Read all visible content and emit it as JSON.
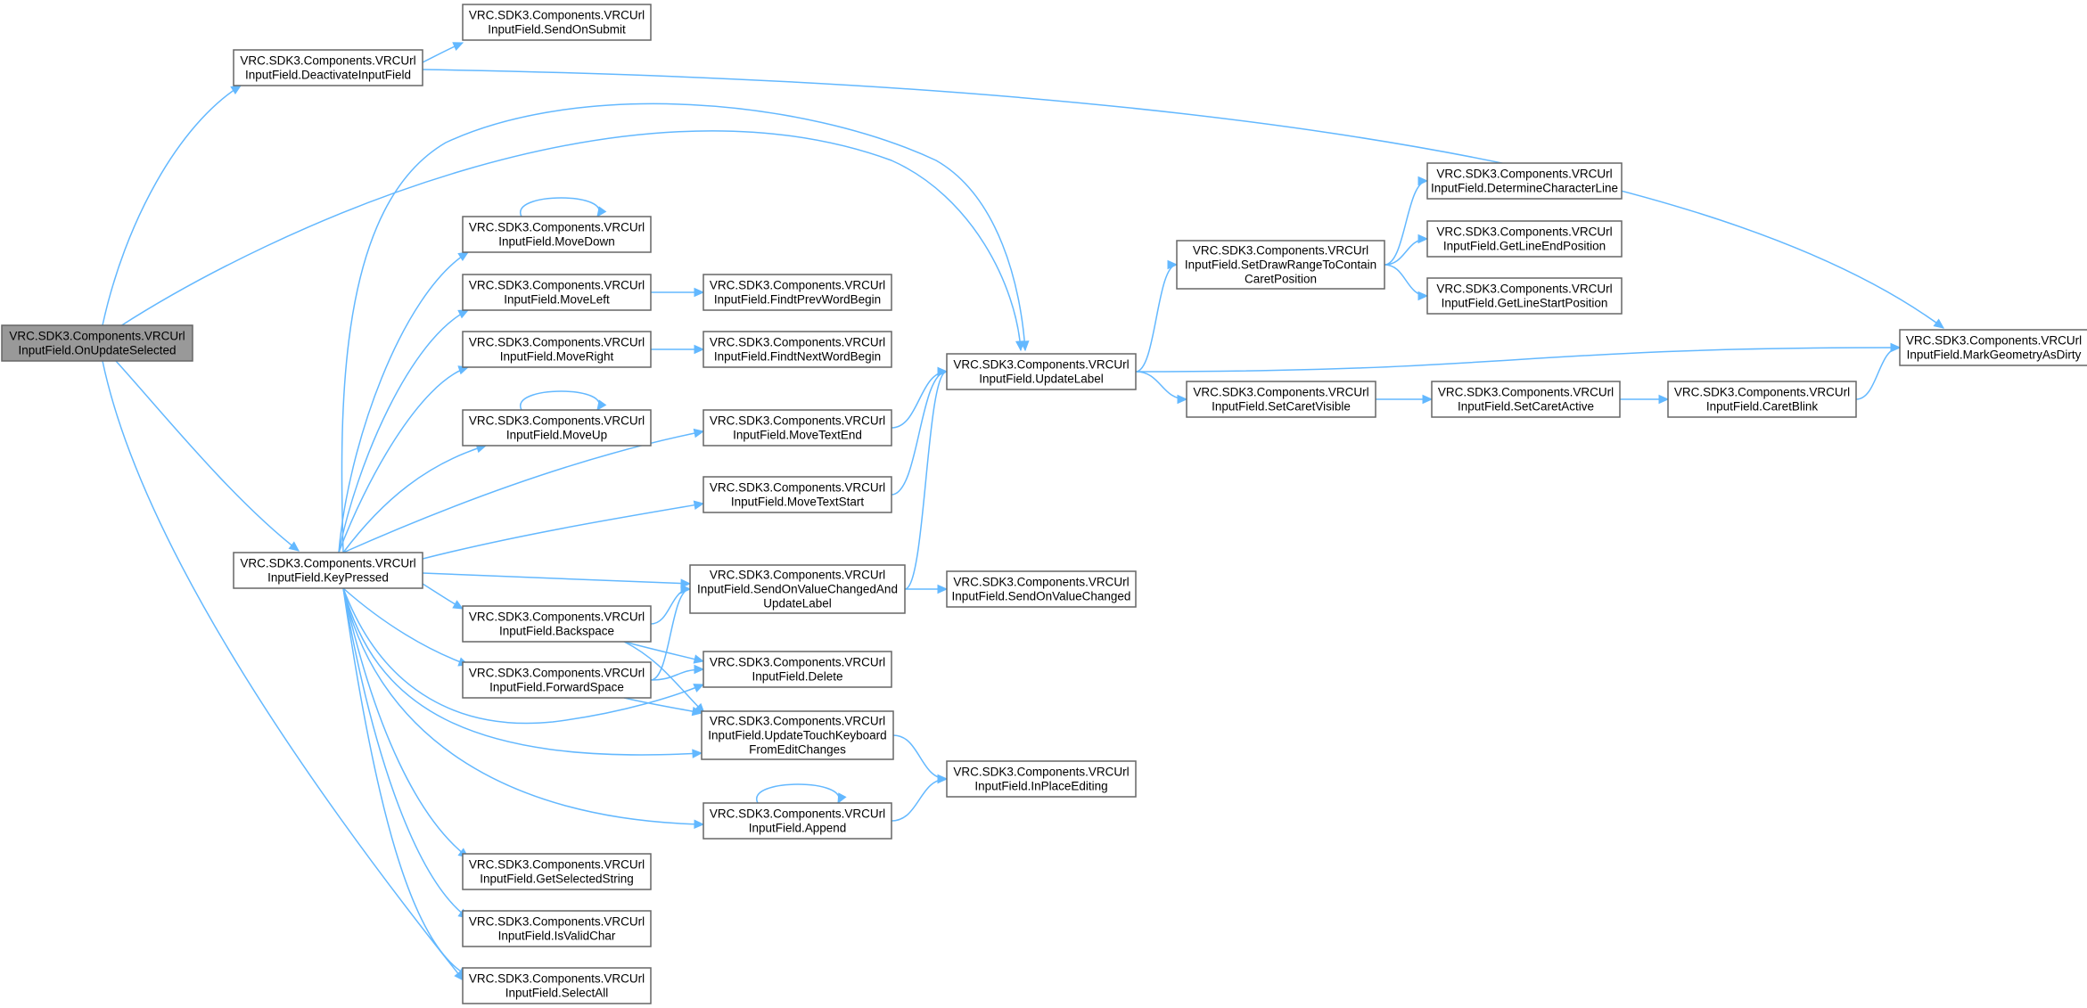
{
  "diagram": {
    "colors": {
      "edge": "#63b8ff",
      "node_border": "#666666",
      "root_fill": "#999999",
      "node_fill": "#ffffff"
    },
    "nodes": [
      {
        "id": "onupdateselected",
        "lines": [
          "VRC.SDK3.Components.VRCUrl",
          "InputField.OnUpdateSelected"
        ],
        "root": true
      },
      {
        "id": "deactivateinputfield",
        "lines": [
          "VRC.SDK3.Components.VRCUrl",
          "InputField.DeactivateInputField"
        ]
      },
      {
        "id": "sendonsubmit",
        "lines": [
          "VRC.SDK3.Components.VRCUrl",
          "InputField.SendOnSubmit"
        ]
      },
      {
        "id": "keypressed",
        "lines": [
          "VRC.SDK3.Components.VRCUrl",
          "InputField.KeyPressed"
        ]
      },
      {
        "id": "movedown",
        "lines": [
          "VRC.SDK3.Components.VRCUrl",
          "InputField.MoveDown"
        ]
      },
      {
        "id": "moveleft",
        "lines": [
          "VRC.SDK3.Components.VRCUrl",
          "InputField.MoveLeft"
        ]
      },
      {
        "id": "moveright",
        "lines": [
          "VRC.SDK3.Components.VRCUrl",
          "InputField.MoveRight"
        ]
      },
      {
        "id": "moveup",
        "lines": [
          "VRC.SDK3.Components.VRCUrl",
          "InputField.MoveUp"
        ]
      },
      {
        "id": "backspace",
        "lines": [
          "VRC.SDK3.Components.VRCUrl",
          "InputField.Backspace"
        ]
      },
      {
        "id": "forwardspace",
        "lines": [
          "VRC.SDK3.Components.VRCUrl",
          "InputField.ForwardSpace"
        ]
      },
      {
        "id": "getselectedstring",
        "lines": [
          "VRC.SDK3.Components.VRCUrl",
          "InputField.GetSelectedString"
        ]
      },
      {
        "id": "isvalidchar",
        "lines": [
          "VRC.SDK3.Components.VRCUrl",
          "InputField.IsValidChar"
        ]
      },
      {
        "id": "selectall",
        "lines": [
          "VRC.SDK3.Components.VRCUrl",
          "InputField.SelectAll"
        ]
      },
      {
        "id": "findtprevwordbegin",
        "lines": [
          "VRC.SDK3.Components.VRCUrl",
          "InputField.FindtPrevWordBegin"
        ]
      },
      {
        "id": "findtnextwordbegin",
        "lines": [
          "VRC.SDK3.Components.VRCUrl",
          "InputField.FindtNextWordBegin"
        ]
      },
      {
        "id": "movetextend",
        "lines": [
          "VRC.SDK3.Components.VRCUrl",
          "InputField.MoveTextEnd"
        ]
      },
      {
        "id": "movetextstart",
        "lines": [
          "VRC.SDK3.Components.VRCUrl",
          "InputField.MoveTextStart"
        ]
      },
      {
        "id": "sendonvaluechangedandupdatelabel",
        "lines": [
          "VRC.SDK3.Components.VRCUrl",
          "InputField.SendOnValueChangedAnd",
          "UpdateLabel"
        ]
      },
      {
        "id": "delete",
        "lines": [
          "VRC.SDK3.Components.VRCUrl",
          "InputField.Delete"
        ]
      },
      {
        "id": "updatetouchkeyboard",
        "lines": [
          "VRC.SDK3.Components.VRCUrl",
          "InputField.UpdateTouchKeyboard",
          "FromEditChanges"
        ]
      },
      {
        "id": "append",
        "lines": [
          "VRC.SDK3.Components.VRCUrl",
          "InputField.Append"
        ]
      },
      {
        "id": "updatelabel",
        "lines": [
          "VRC.SDK3.Components.VRCUrl",
          "InputField.UpdateLabel"
        ]
      },
      {
        "id": "sendonvaluechanged",
        "lines": [
          "VRC.SDK3.Components.VRCUrl",
          "InputField.SendOnValueChanged"
        ]
      },
      {
        "id": "inplaceediting",
        "lines": [
          "VRC.SDK3.Components.VRCUrl",
          "InputField.InPlaceEditing"
        ]
      },
      {
        "id": "setdrawrange",
        "lines": [
          "VRC.SDK3.Components.VRCUrl",
          "InputField.SetDrawRangeToContain",
          "CaretPosition"
        ]
      },
      {
        "id": "setcaretvisible",
        "lines": [
          "VRC.SDK3.Components.VRCUrl",
          "InputField.SetCaretVisible"
        ]
      },
      {
        "id": "determinecharacterline",
        "lines": [
          "VRC.SDK3.Components.VRCUrl",
          "InputField.DetermineCharacterLine"
        ]
      },
      {
        "id": "getlineendposition",
        "lines": [
          "VRC.SDK3.Components.VRCUrl",
          "InputField.GetLineEndPosition"
        ]
      },
      {
        "id": "getlinestartposition",
        "lines": [
          "VRC.SDK3.Components.VRCUrl",
          "InputField.GetLineStartPosition"
        ]
      },
      {
        "id": "setcaretactive",
        "lines": [
          "VRC.SDK3.Components.VRCUrl",
          "InputField.SetCaretActive"
        ]
      },
      {
        "id": "caretblink",
        "lines": [
          "VRC.SDK3.Components.VRCUrl",
          "InputField.CaretBlink"
        ]
      },
      {
        "id": "markgeometryasdirty",
        "lines": [
          "VRC.SDK3.Components.VRCUrl",
          "InputField.MarkGeometryAsDirty"
        ]
      }
    ],
    "edges": [
      [
        "onupdateselected",
        "deactivateinputfield"
      ],
      [
        "onupdateselected",
        "updatelabel"
      ],
      [
        "onupdateselected",
        "keypressed"
      ],
      [
        "onupdateselected",
        "selectall"
      ],
      [
        "deactivateinputfield",
        "sendonsubmit"
      ],
      [
        "deactivateinputfield",
        "markgeometryasdirty"
      ],
      [
        "keypressed",
        "updatelabel"
      ],
      [
        "keypressed",
        "movedown"
      ],
      [
        "keypressed",
        "moveleft"
      ],
      [
        "keypressed",
        "moveright"
      ],
      [
        "keypressed",
        "moveup"
      ],
      [
        "keypressed",
        "movetextend"
      ],
      [
        "keypressed",
        "movetextstart"
      ],
      [
        "keypressed",
        "sendonvaluechangedandupdatelabel"
      ],
      [
        "keypressed",
        "backspace"
      ],
      [
        "keypressed",
        "forwardspace"
      ],
      [
        "keypressed",
        "delete"
      ],
      [
        "keypressed",
        "updatetouchkeyboard"
      ],
      [
        "keypressed",
        "append"
      ],
      [
        "keypressed",
        "getselectedstring"
      ],
      [
        "keypressed",
        "isvalidchar"
      ],
      [
        "keypressed",
        "selectall"
      ],
      [
        "movedown",
        "movedown"
      ],
      [
        "moveup",
        "moveup"
      ],
      [
        "moveleft",
        "findtprevwordbegin"
      ],
      [
        "moveright",
        "findtnextwordbegin"
      ],
      [
        "movetextend",
        "updatelabel"
      ],
      [
        "movetextstart",
        "updatelabel"
      ],
      [
        "sendonvaluechangedandupdatelabel",
        "updatelabel"
      ],
      [
        "sendonvaluechangedandupdatelabel",
        "sendonvaluechanged"
      ],
      [
        "backspace",
        "sendonvaluechangedandupdatelabel"
      ],
      [
        "backspace",
        "delete"
      ],
      [
        "backspace",
        "updatetouchkeyboard"
      ],
      [
        "forwardspace",
        "sendonvaluechangedandupdatelabel"
      ],
      [
        "forwardspace",
        "delete"
      ],
      [
        "forwardspace",
        "updatetouchkeyboard"
      ],
      [
        "updatetouchkeyboard",
        "inplaceediting"
      ],
      [
        "append",
        "append"
      ],
      [
        "append",
        "inplaceediting"
      ],
      [
        "updatelabel",
        "setdrawrange"
      ],
      [
        "updatelabel",
        "setcaretvisible"
      ],
      [
        "updatelabel",
        "markgeometryasdirty"
      ],
      [
        "setdrawrange",
        "determinecharacterline"
      ],
      [
        "setdrawrange",
        "getlineendposition"
      ],
      [
        "setdrawrange",
        "getlinestartposition"
      ],
      [
        "setcaretvisible",
        "setcaretactive"
      ],
      [
        "setcaretactive",
        "caretblink"
      ],
      [
        "caretblink",
        "markgeometryasdirty"
      ]
    ]
  }
}
